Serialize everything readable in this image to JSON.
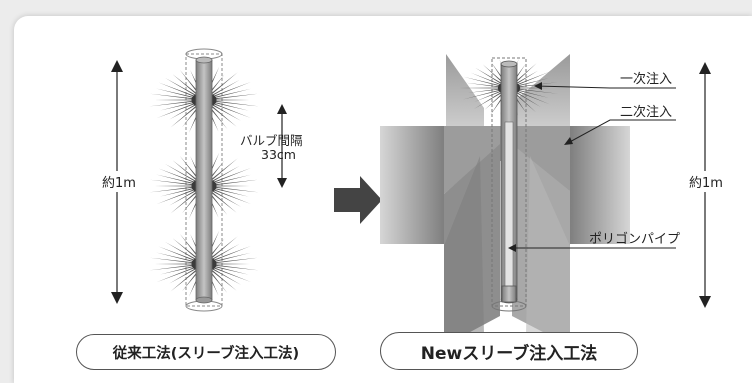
{
  "left": {
    "height_label": "約1m",
    "interval_label_line1": "バルブ間隔",
    "interval_label_line2": "33cm",
    "caption": "従来工法(スリーブ注入工法)"
  },
  "right": {
    "primary_label": "一次注入",
    "secondary_label": "二次注入",
    "pipe_label": "ポリゴンパイプ",
    "height_label": "約1m",
    "caption": "Newスリーブ注入工法"
  },
  "colors": {
    "burst": "#5a5a5a",
    "pipe": "#9a9a9a",
    "arrow": "#444444",
    "primary_zone": "#8a8a8a",
    "secondary_zone": "#9d9d9d"
  }
}
